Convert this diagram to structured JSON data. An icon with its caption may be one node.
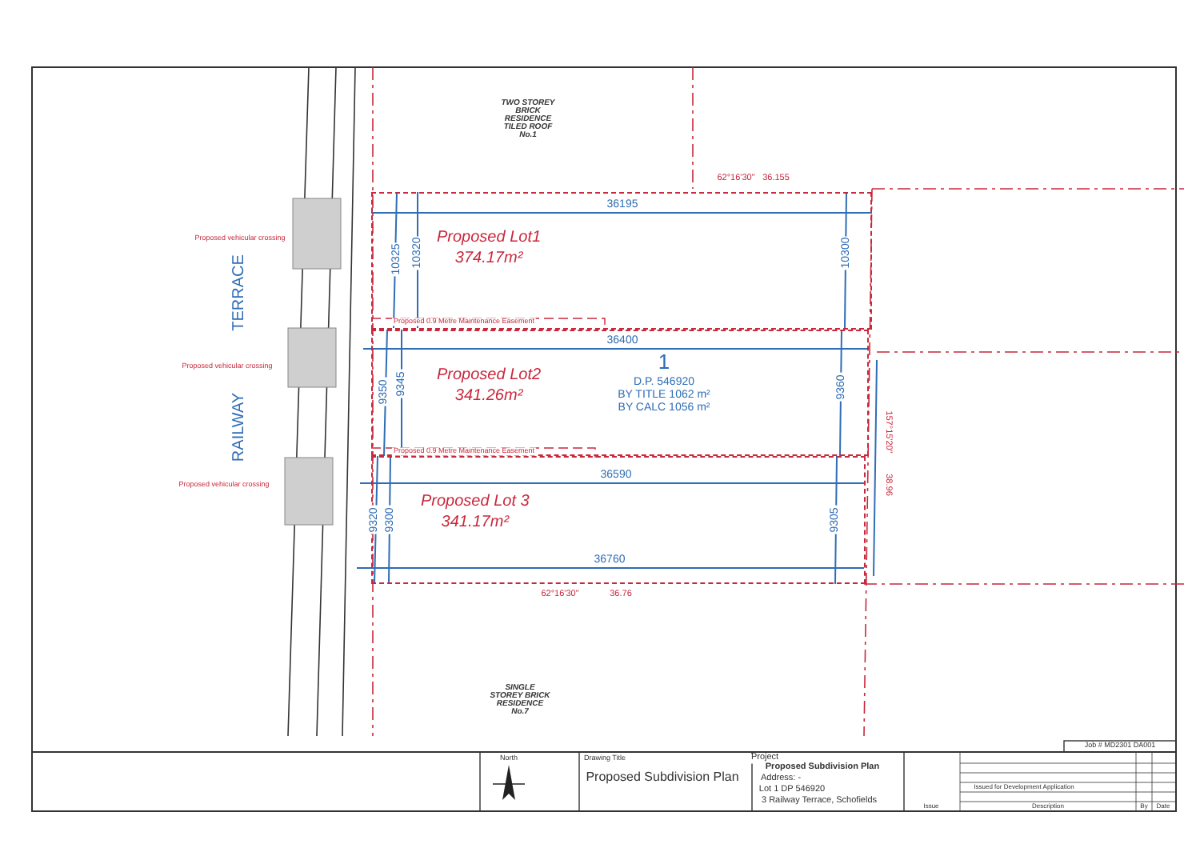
{
  "diagram": {
    "nodes": [
      {
        "text": [
          "Proposed Lot1",
          "374.17m²"
        ]
      },
      {
        "text": [
          "Proposed Lot2",
          "341.26m²"
        ]
      },
      {
        "text": [
          "Proposed Lot 3",
          "341.17m²"
        ]
      }
    ],
    "edges": [],
    "labels": [
      "TWO STOREY BRICK RESIDENCE TILED ROOF No.1",
      "TERRACE",
      "RAILWAY",
      "Proposed vehicular crossing",
      "Proposed vehicular crossing",
      "Proposed vehicular crossing",
      "62°16'30\"",
      "36.155",
      "36195",
      "10320",
      "10325",
      "10300",
      "Proposed 0.9 Metre Maintenance Easement",
      "36400",
      "9345",
      "9350",
      "9360",
      "Proposed 0.9 Metre Maintenance Easement",
      "36590",
      "9300",
      "9320",
      "9305",
      "36760",
      "62°16'30\"",
      "36.76",
      "157°15'20\"",
      "38.96",
      "1",
      "D.P. 546920",
      "BY TITLE 1062 m²",
      "BY CALC 1056 m²",
      "SINGLE STOREY BRICK RESIDENCE No.7",
      "North",
      "Drawing Title",
      "Proposed Subdivision Plan",
      "Project",
      "Proposed Subdivision Plan",
      "Address: -",
      "Lot 1 DP 546920",
      "3 Railway Terrace, Schofields",
      "Job # MD2301 DA001",
      "Issued for Development Application",
      "Issue",
      "Description",
      "By",
      "Date"
    ]
  }
}
